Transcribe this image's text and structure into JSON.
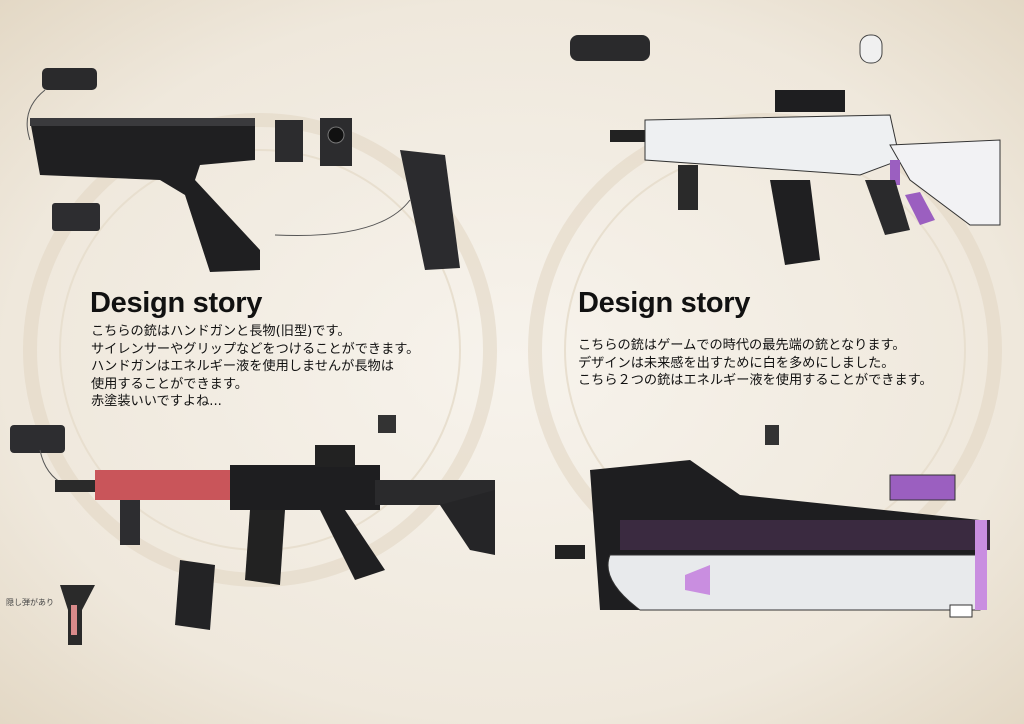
{
  "left": {
    "title": "Design story",
    "text": " こちらの銃はハンドガンと長物(旧型)です。\nサイレンサーやグリップなどをつけることができます。\nハンドガンはエネルギー液を使用しませんが長物は\n使用することができます。\n赤塗装いいですよね...",
    "annotation": "隠し弾があり",
    "accent_color": "#c9555a"
  },
  "right": {
    "title": "Design story",
    "text": "こちらの銃はゲームでの時代の最先端の銃となります。\nデザインは未来感を出すために白を多めにしました。\nこちら２つの銃はエネルギー液を使用することができます。",
    "accent_color": "#9b5fc0"
  }
}
